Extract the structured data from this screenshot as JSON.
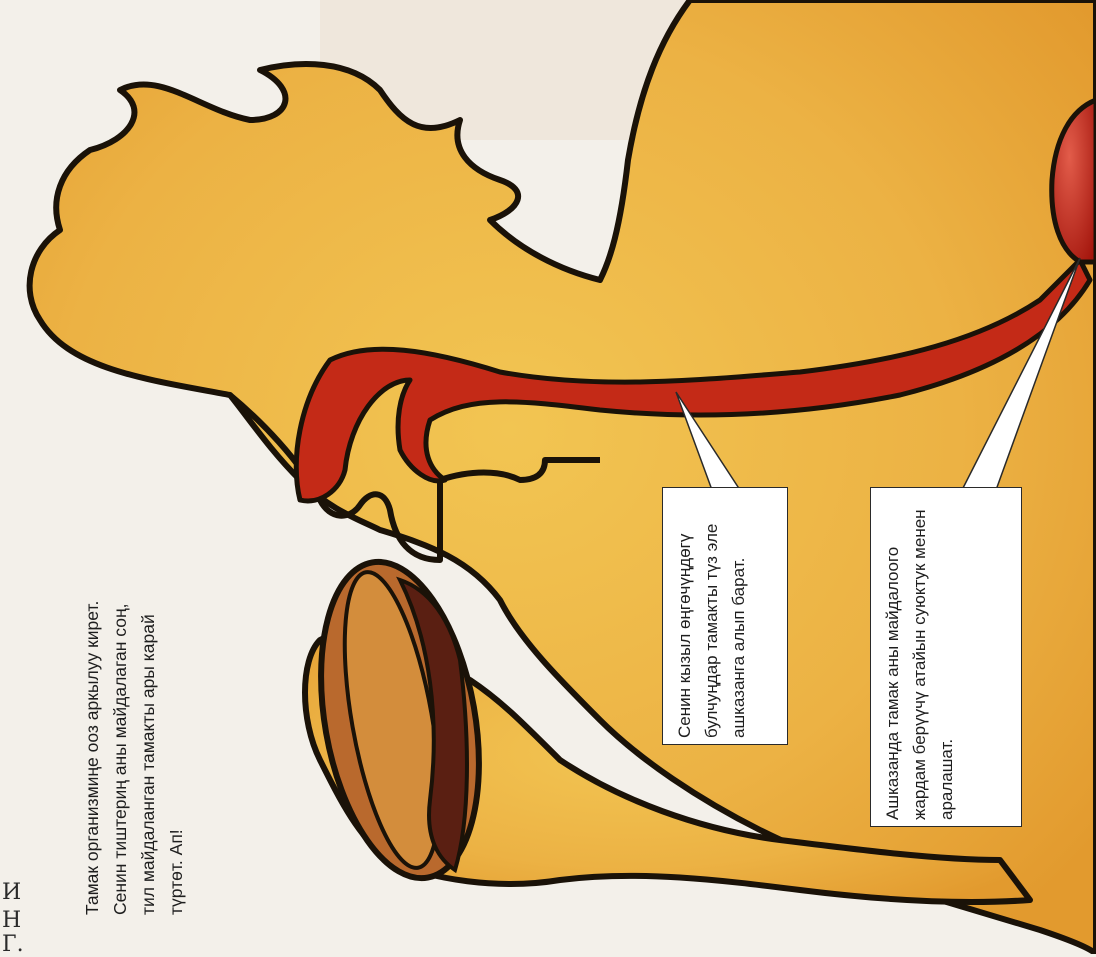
{
  "page": {
    "background": "#f3f0ea"
  },
  "colors": {
    "skin_light": "#f1c14d",
    "skin_dark": "#e3942a",
    "outline": "#1a1208",
    "esophagus": "#c42a17",
    "stomach": "#b71d12",
    "bread_dark": "#b9692d",
    "bread_light": "#d38d3c",
    "filling": "#5a1f12",
    "callout_fill": "#ffffff"
  },
  "intro": {
    "text": "Тамак организмиңе ооз аркылуу кирет. Сенин тиштериң аны майдалаган соң, тил майдаланган тамакты ары карай түртөт. Ап!"
  },
  "callouts": [
    {
      "text": "Сенин кызыл өңгөчүңдөгү булчуңдар тамакты түз эле ашказанга алып барат."
    },
    {
      "text": "Ашказанда тамак аны майдалоого жардам берүүчү атайын суюктук менен аралашат."
    }
  ],
  "edge_glyphs": [
    "И",
    "Н",
    "Г."
  ]
}
